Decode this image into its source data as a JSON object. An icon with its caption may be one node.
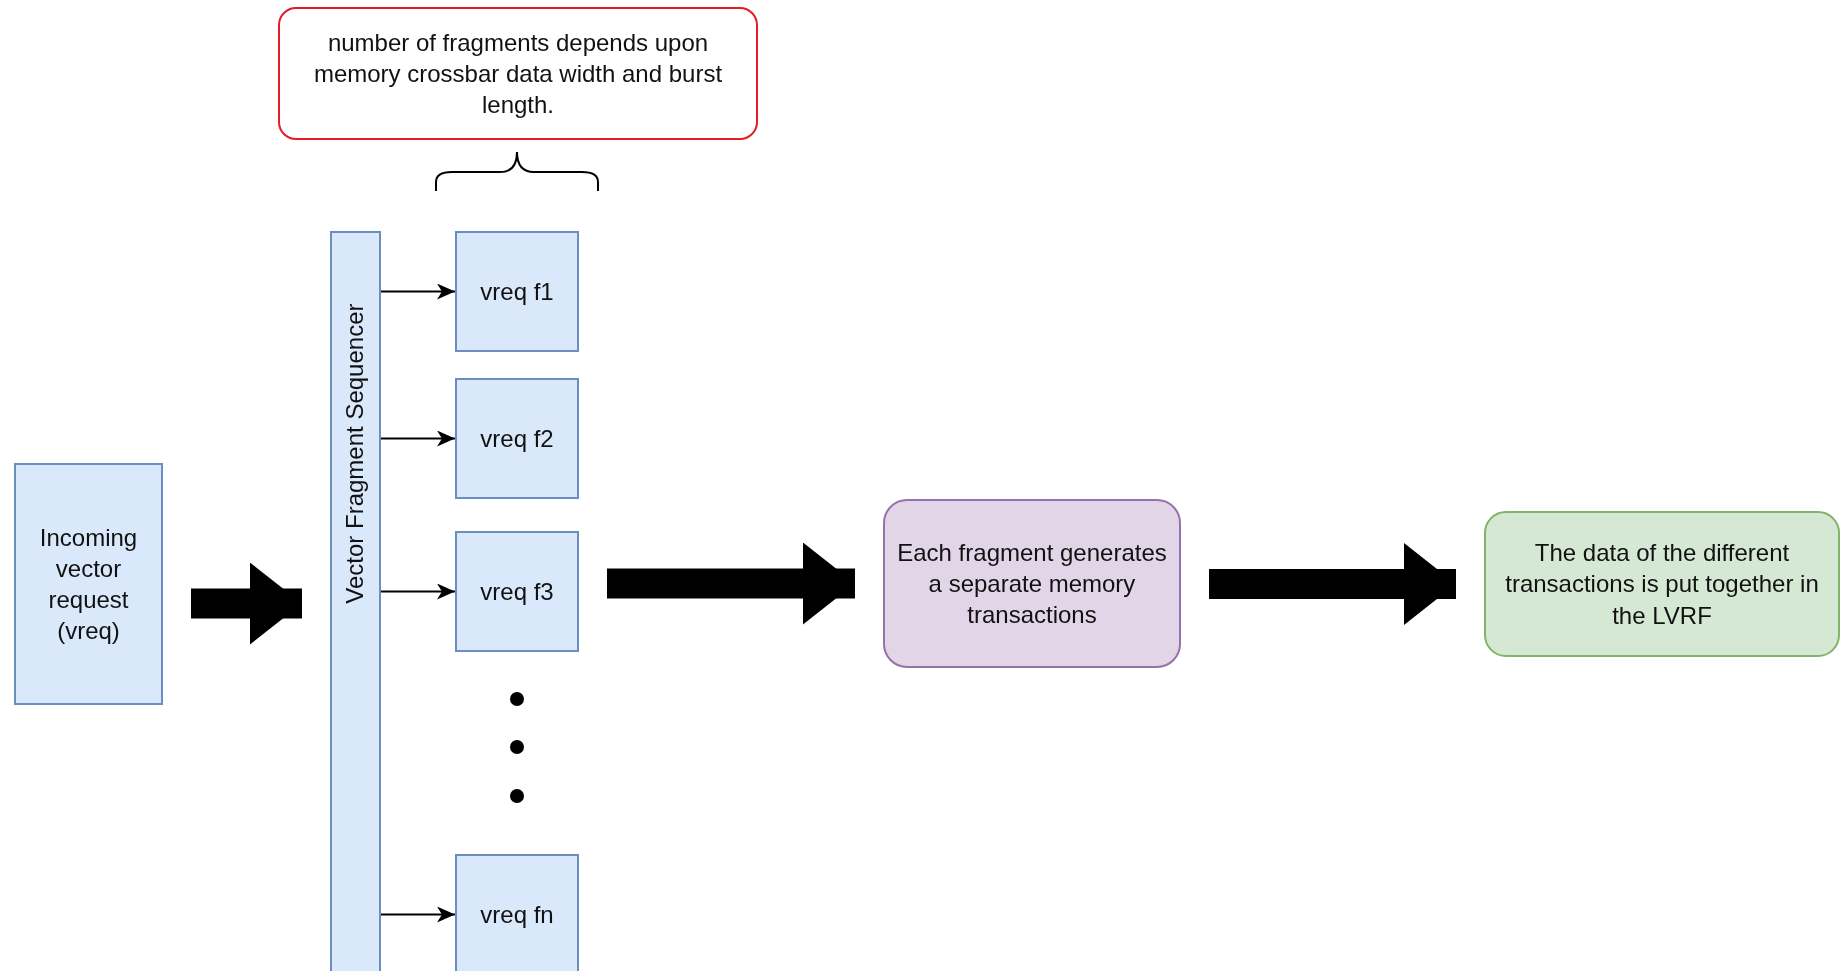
{
  "diagram": {
    "nodes": [
      {
        "text": [
          "number of fragments depends upon memory crossbar data width and burst length."
        ]
      },
      {
        "text": [
          "Incoming vector request (vreq)"
        ]
      },
      {
        "text": [
          "Vector Fragment Sequencer"
        ]
      },
      {
        "text": [
          "vreq f1"
        ]
      },
      {
        "text": [
          "vreq f2"
        ]
      },
      {
        "text": [
          "vreq f3"
        ]
      },
      {
        "text": [
          "vreq fn"
        ]
      },
      {
        "text": [
          "Each fragment generates a separate memory transactions"
        ]
      },
      {
        "text": [
          "The data of the different transactions is put together in the LVRF"
        ]
      }
    ],
    "edges": [
      {
        "from": 1,
        "to": 2,
        "arrow": "to",
        "style": "thick"
      },
      {
        "from": 2,
        "to": 3,
        "arrow": "to"
      },
      {
        "from": 2,
        "to": 4,
        "arrow": "to"
      },
      {
        "from": 2,
        "to": 5,
        "arrow": "to"
      },
      {
        "from": 2,
        "to": 6,
        "arrow": "to"
      },
      {
        "from": 5,
        "to": 7,
        "arrow": "to",
        "style": "thick"
      },
      {
        "from": 7,
        "to": 8,
        "arrow": "to",
        "style": "thick"
      }
    ]
  }
}
